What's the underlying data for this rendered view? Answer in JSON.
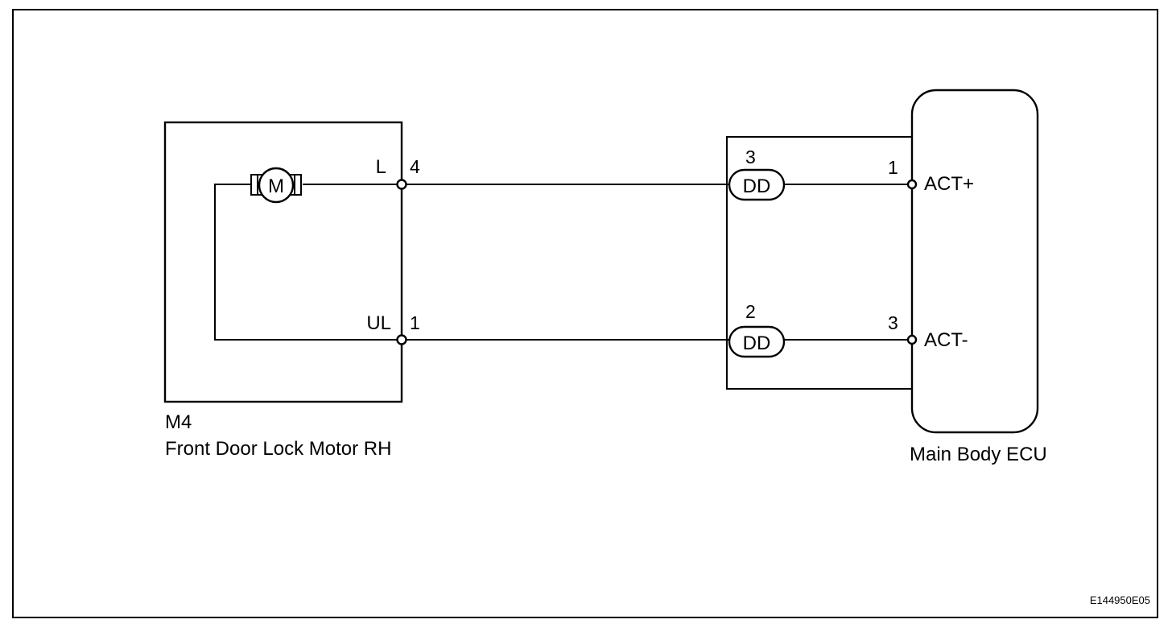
{
  "motor_component": {
    "code": "M4",
    "name": "Front Door Lock Motor RH",
    "motor_symbol": "M",
    "terminals": [
      {
        "label": "L",
        "pin": "4"
      },
      {
        "label": "UL",
        "pin": "1"
      }
    ]
  },
  "connector": {
    "pins": [
      {
        "pin": "3",
        "code": "DD"
      },
      {
        "pin": "2",
        "code": "DD"
      }
    ]
  },
  "ecu": {
    "name": "Main Body ECU",
    "terminals": [
      {
        "pin": "1",
        "label": "ACT+"
      },
      {
        "pin": "3",
        "label": "ACT-"
      }
    ]
  },
  "figure_id": "E144950E05"
}
